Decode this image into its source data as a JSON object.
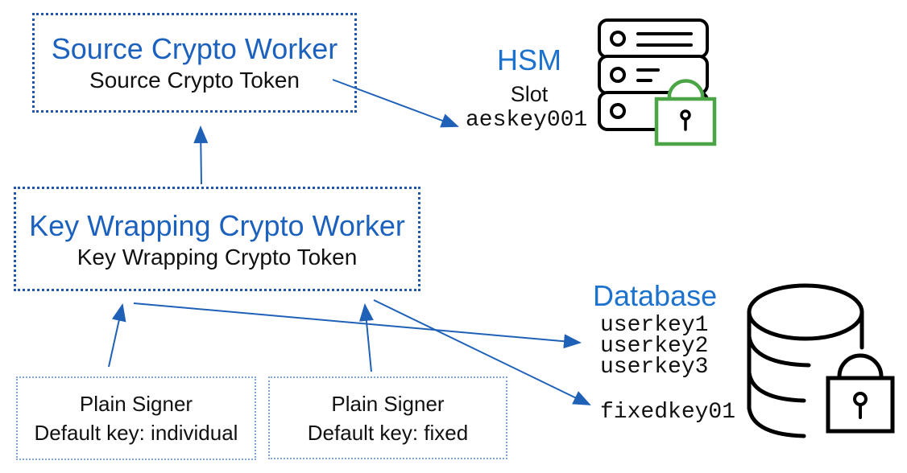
{
  "boxes": {
    "source_worker": {
      "title": "Source Crypto Worker",
      "token": "Source Crypto Token"
    },
    "key_wrapping_worker": {
      "title": "Key Wrapping Crypto Worker",
      "token": "Key Wrapping Crypto Token"
    },
    "plain_signer_individual": {
      "title": "Plain Signer",
      "default_key": "Default key: individual"
    },
    "plain_signer_fixed": {
      "title": "Plain Signer",
      "default_key": "Default key: fixed"
    }
  },
  "hsm": {
    "title": "HSM",
    "slot_label": "Slot",
    "slot_key": "aeskey001"
  },
  "database": {
    "title": "Database",
    "user_keys": [
      "userkey1",
      "userkey2",
      "userkey3"
    ],
    "fixed_key": "fixedkey01"
  },
  "icons": {
    "hsm_icon": "server-stack-icon",
    "hsm_lock_icon": "green-lock-icon",
    "database_icon": "database-cylinder-icon",
    "database_lock_icon": "black-lock-icon"
  },
  "colors": {
    "title_blue": "#1b61bd",
    "hsm_blue": "#1d72cd",
    "arrow_blue": "#2061b8",
    "box_border_blue": "#2156ac",
    "signer_border_blue": "#7ea6d8",
    "lock_green": "#4ba546",
    "icon_black": "#000000",
    "text_black": "#111111"
  }
}
